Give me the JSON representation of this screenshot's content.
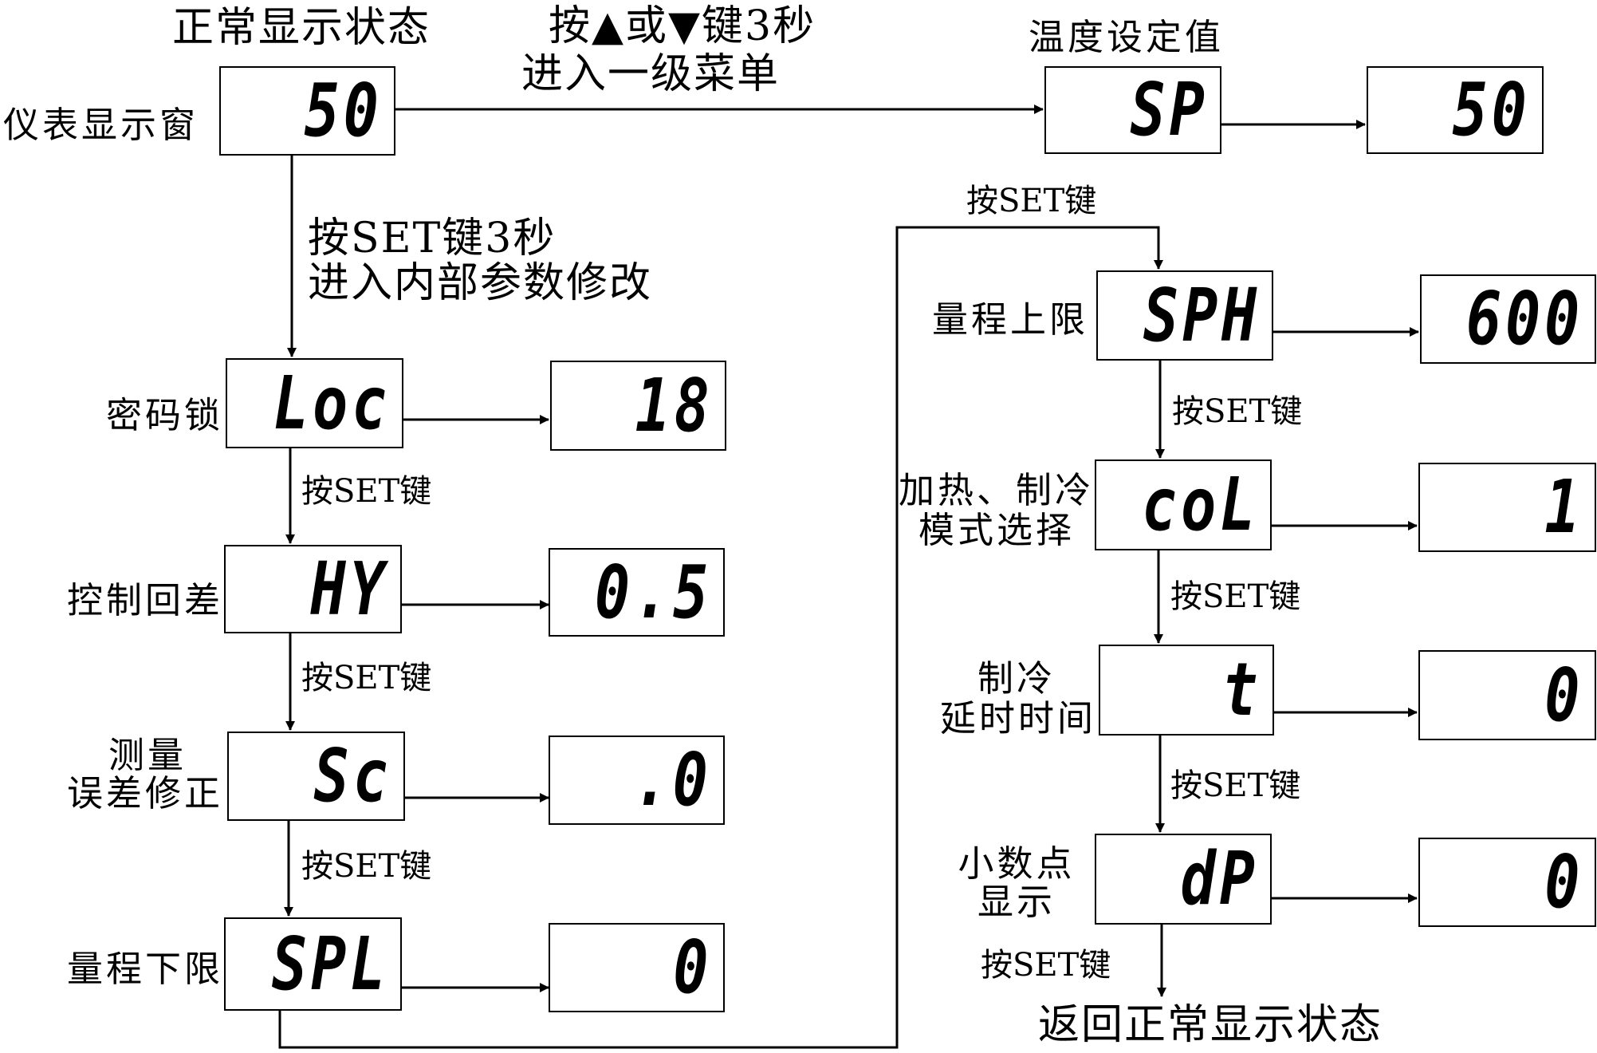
{
  "labels": {
    "normal_state": "正常显示状态",
    "enter_menu_line1": "按▲或▼键3秒",
    "enter_menu_line2": "进入一级菜单",
    "temp_setpoint": "温度设定值",
    "display_window": "仪表显示窗",
    "internal_line1": "按SET键3秒",
    "internal_line2": "进入内部参数修改",
    "password_lock": "密码锁",
    "control_hysteresis": "控制回差",
    "measure_corr_line1": "测量",
    "measure_corr_line2": "误差修正",
    "range_lower": "量程下限",
    "range_upper": "量程上限",
    "heat_cool_line1": "加热、制冷",
    "heat_cool_line2": "模式选择",
    "cool_delay_line1": "制冷",
    "cool_delay_line2": "延时时间",
    "decimal_line1": "小数点",
    "decimal_line2": "显示",
    "return_normal": "返回正常显示状态",
    "press_set": "按SET键"
  },
  "displays": {
    "main": "50",
    "sp_code": "SP",
    "sp_value": "50",
    "loc_code": "Loc",
    "loc_value": "18",
    "hy_code": "HY",
    "hy_value": "0.5",
    "sc_code": "Sc",
    "sc_value": ".0",
    "spl_code": "SPL",
    "spl_value": "0",
    "sph_code": "SPH",
    "sph_value": "600",
    "col_code": "coL",
    "col_value": "1",
    "t_code": "t",
    "t_value": "0",
    "dp_code": "dP",
    "dp_value": "0"
  }
}
